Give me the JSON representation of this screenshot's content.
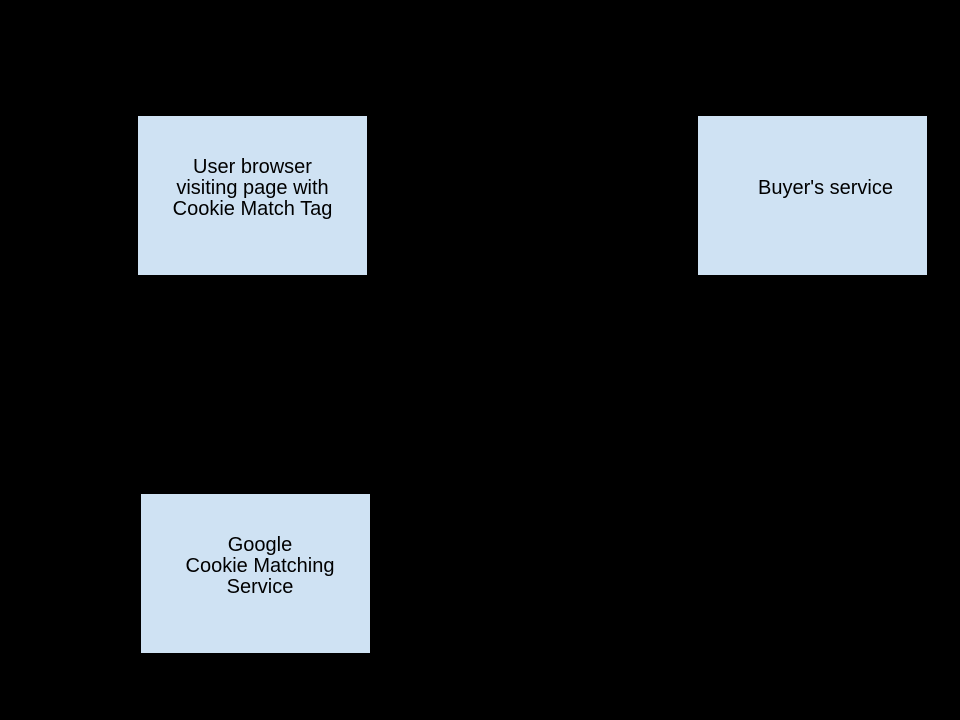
{
  "diagram": {
    "background_color": "#000000",
    "node_fill_color": "#cfe2f3",
    "node_border_color": "#000000",
    "text_color": "#000000",
    "nodes": [
      {
        "id": "user-browser",
        "lines": [
          "User browser",
          "visiting page with",
          "Cookie Match Tag"
        ]
      },
      {
        "id": "buyers-service",
        "lines": [
          "Buyer's service"
        ]
      },
      {
        "id": "google-cookie-matching-service",
        "lines": [
          "Google",
          "Cookie Matching",
          "Service"
        ]
      }
    ]
  }
}
